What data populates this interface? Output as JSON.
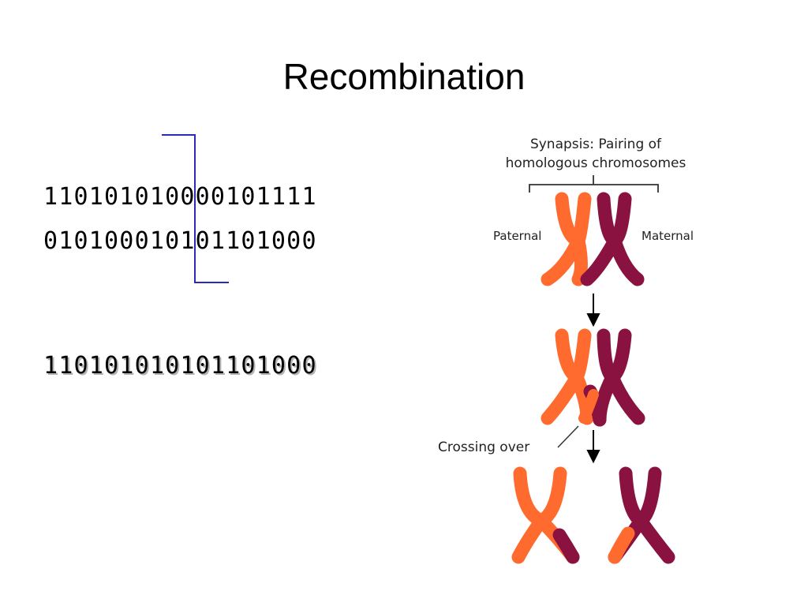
{
  "slide": {
    "title": "Recombination"
  },
  "sequences": {
    "parent_1": "110101010000101111",
    "parent_2": "010100010101101000",
    "offspring": "110101010101101000"
  },
  "figure": {
    "synapsis_label_line1": "Synapsis: Pairing of",
    "synapsis_label_line2": "homologous chromosomes",
    "paternal_label": "Paternal",
    "maternal_label": "Maternal",
    "crossing_over_label": "Crossing over",
    "colors": {
      "paternal": "#ff6a2e",
      "maternal": "#8a1240",
      "bracket": "#2b2bb5"
    }
  }
}
